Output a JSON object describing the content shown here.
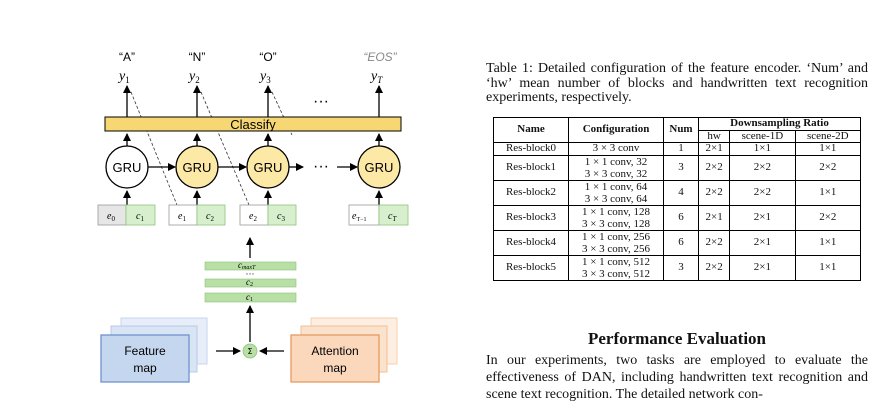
{
  "figure": {
    "outputs": [
      {
        "char": "“A”",
        "y": "y",
        "sub": "1"
      },
      {
        "char": "“N”",
        "y": "y",
        "sub": "2"
      },
      {
        "char": "“O”",
        "y": "y",
        "sub": "3"
      },
      {
        "char": "“EOS”",
        "y": "y",
        "sub": "T"
      }
    ],
    "dots": "···",
    "classify_label": "Classify",
    "gru_label": "GRU",
    "ctx_pairs": [
      {
        "e": "e",
        "e_sub": "0",
        "c": "c",
        "c_sub": "1"
      },
      {
        "e": "e",
        "e_sub": "1",
        "c": "c",
        "c_sub": "2"
      },
      {
        "e": "e",
        "e_sub": "2",
        "c": "c",
        "c_sub": "3"
      },
      {
        "e": "e",
        "e_sub": "T−1",
        "c": "c",
        "c_sub": "T"
      }
    ],
    "ctx_stack": [
      {
        "c": "c",
        "sub": "maxT"
      },
      {
        "c": "c",
        "sub": "2"
      },
      {
        "c": "c",
        "sub": "1"
      }
    ],
    "feature_map": [
      "Feature",
      "map"
    ],
    "attention_map": [
      "Attention",
      "map"
    ],
    "sum_symbol": "Σ",
    "colors": {
      "classify": "#f7d774",
      "gru": "#fde9a6",
      "green": "#b7dfa6",
      "gray": "#e6e6e6",
      "feature": "#c5d6ef",
      "attention": "#fbd8bc",
      "eos": "#888888"
    }
  },
  "caption": "Table 1: Detailed configuration of the feature encoder. ‘Num’ and ‘hw’ mean number of blocks and handwritten text recognition experiments, respectively.",
  "table": {
    "headers": [
      "Name",
      "Configuration",
      "Num",
      "Downsampling Ratio"
    ],
    "subheaders": [
      "hw",
      "scene-1D",
      "scene-2D"
    ],
    "rows": [
      {
        "name": "Res-block0",
        "config": [
          "3 × 3 conv"
        ],
        "num": "1",
        "hw": "2×1",
        "s1d": "1×1",
        "s2d": "1×1"
      },
      {
        "name": "Res-block1",
        "config": [
          "1 × 1 conv, 32",
          "3 × 3 conv, 32"
        ],
        "num": "3",
        "hw": "2×2",
        "s1d": "2×2",
        "s2d": "2×2"
      },
      {
        "name": "Res-block2",
        "config": [
          "1 × 1 conv, 64",
          "3 × 3 conv, 64"
        ],
        "num": "4",
        "hw": "2×2",
        "s1d": "2×2",
        "s2d": "1×1"
      },
      {
        "name": "Res-block3",
        "config": [
          "1 × 1 conv, 128",
          "3 × 3 conv, 128"
        ],
        "num": "6",
        "hw": "2×1",
        "s1d": "2×1",
        "s2d": "2×2"
      },
      {
        "name": "Res-block4",
        "config": [
          "1 × 1 conv, 256",
          "3 × 3 conv, 256"
        ],
        "num": "6",
        "hw": "2×2",
        "s1d": "2×1",
        "s2d": "1×1"
      },
      {
        "name": "Res-block5",
        "config": [
          "1 × 1 conv, 512",
          "3 × 3 conv, 512"
        ],
        "num": "3",
        "hw": "2×2",
        "s1d": "2×1",
        "s2d": "1×1"
      }
    ]
  },
  "section_title": "Performance Evaluation",
  "paragraph": "In our experiments, two tasks are employed to evaluate the effectiveness of DAN, including handwritten text recognition and scene text recognition. The detailed network con-"
}
